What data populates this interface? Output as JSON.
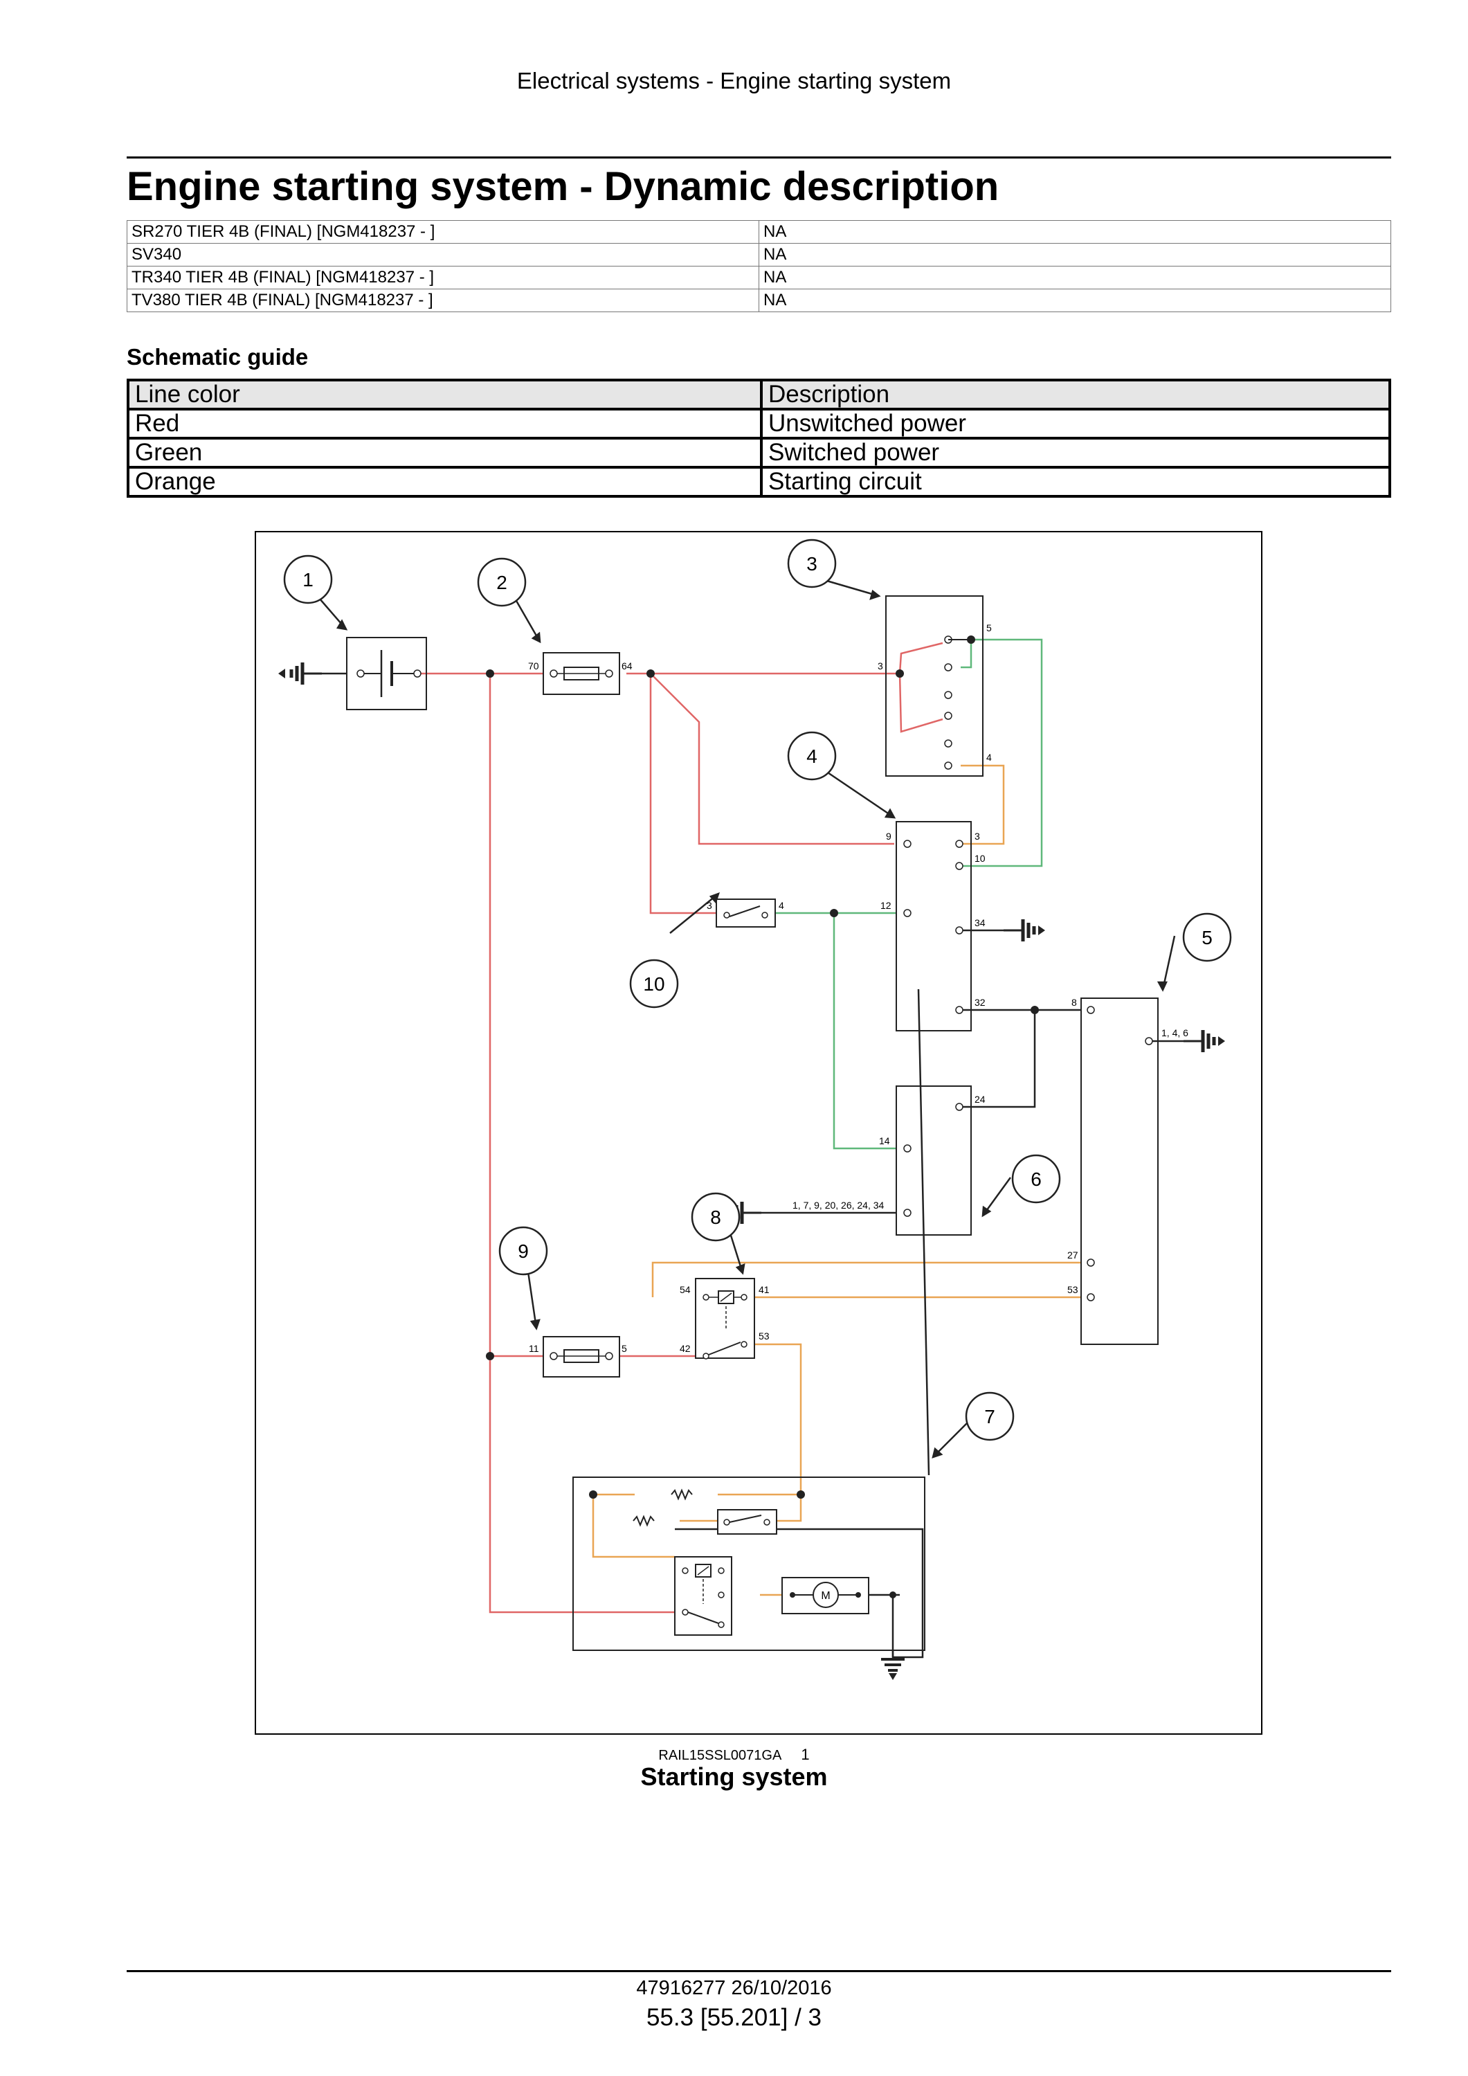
{
  "header": {
    "running_title": "Electrical systems - Engine starting system"
  },
  "page_title": "Engine starting system - Dynamic description",
  "models": [
    {
      "model": "SR270 TIER 4B (FINAL) [NGM418237 - ]",
      "value": "NA"
    },
    {
      "model": "SV340",
      "value": "NA"
    },
    {
      "model": "TR340 TIER 4B (FINAL) [NGM418237 - ]",
      "value": "NA"
    },
    {
      "model": "TV380 TIER 4B (FINAL) [NGM418237 - ]",
      "value": "NA"
    }
  ],
  "schematic_guide": {
    "heading": "Schematic guide",
    "columns": [
      "Line color",
      "Description"
    ],
    "rows": [
      {
        "color": "Red",
        "description": "Unswitched power"
      },
      {
        "color": "Green",
        "description": "Switched power"
      },
      {
        "color": "Orange",
        "description": "Starting circuit"
      }
    ]
  },
  "diagram": {
    "wire_colors": {
      "red": "#e06666",
      "green": "#5fb87a",
      "orange": "#e9a553",
      "black": "#222222"
    },
    "callouts": [
      "1",
      "2",
      "3",
      "4",
      "5",
      "6",
      "7",
      "8",
      "9",
      "10"
    ],
    "pin_labels": {
      "fuse2_in": "70",
      "fuse2_out": "64",
      "sw3_3": "3",
      "sw3_5": "5",
      "sw3_4": "4",
      "m4_9": "9",
      "m4_3": "3",
      "m4_10": "10",
      "m4_12": "12",
      "m4_34": "34",
      "m4_32": "32",
      "s10_3": "3",
      "s10_4": "4",
      "m5_8": "8",
      "m5_ground": "1, 4, 6",
      "m5_27": "27",
      "m5_53": "53",
      "m6_24": "24",
      "m6_14": "14",
      "m6_ground": "1, 7, 9, 20, 26, 24, 34",
      "r8_54": "54",
      "r8_41": "41",
      "r8_53": "53",
      "r8_42": "42",
      "fuse9_in": "11",
      "fuse9_out": "5",
      "motor": "M"
    }
  },
  "figure": {
    "id": "RAIL15SSL0071GA",
    "number": "1",
    "caption": "Starting system"
  },
  "footer": {
    "doc": "47916277 26/10/2016",
    "page": "55.3 [55.201] / 3"
  }
}
